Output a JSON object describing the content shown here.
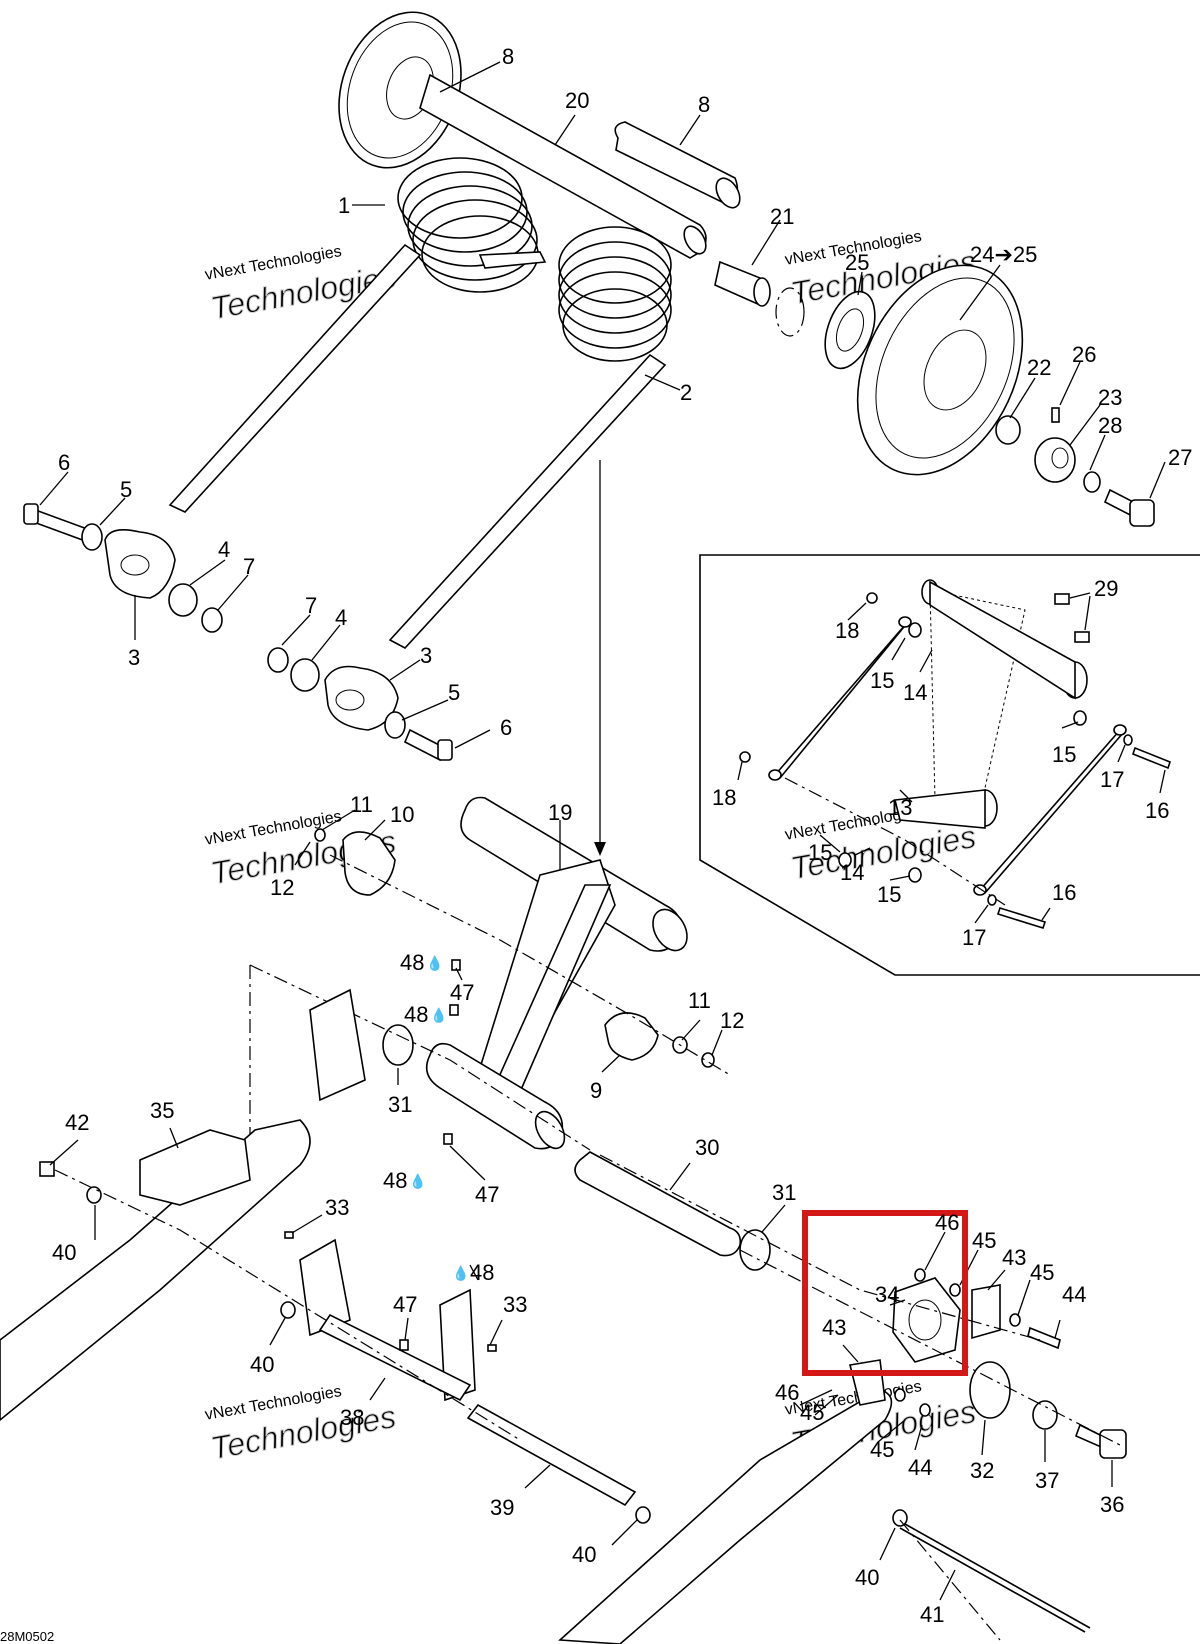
{
  "diagram_code": "28M0502",
  "watermark": {
    "line1": "vNext Technologies",
    "line2": "Technologies"
  },
  "symbols": {
    "arrow_right": "➔",
    "drop": "💧"
  },
  "labels": [
    {
      "id": "l8a",
      "text": "8"
    },
    {
      "id": "l20",
      "text": "20"
    },
    {
      "id": "l8b",
      "text": "8"
    },
    {
      "id": "l1",
      "text": "1"
    },
    {
      "id": "l21",
      "text": "21"
    },
    {
      "id": "l25",
      "text": "25"
    },
    {
      "id": "l24",
      "text": "24➔25"
    },
    {
      "id": "l2",
      "text": "2"
    },
    {
      "id": "l22",
      "text": "22"
    },
    {
      "id": "l26",
      "text": "26"
    },
    {
      "id": "l23",
      "text": "23"
    },
    {
      "id": "l28",
      "text": "28"
    },
    {
      "id": "l27",
      "text": "27"
    },
    {
      "id": "l6a",
      "text": "6"
    },
    {
      "id": "l5a",
      "text": "5"
    },
    {
      "id": "l4a",
      "text": "4"
    },
    {
      "id": "l7a",
      "text": "7"
    },
    {
      "id": "l3a",
      "text": "3"
    },
    {
      "id": "l7b",
      "text": "7"
    },
    {
      "id": "l4b",
      "text": "4"
    },
    {
      "id": "l3b",
      "text": "3"
    },
    {
      "id": "l5b",
      "text": "5"
    },
    {
      "id": "l6b",
      "text": "6"
    },
    {
      "id": "l29",
      "text": "29"
    },
    {
      "id": "l18a",
      "text": "18"
    },
    {
      "id": "l15a",
      "text": "15"
    },
    {
      "id": "l14a",
      "text": "14"
    },
    {
      "id": "l15b",
      "text": "15"
    },
    {
      "id": "l17a",
      "text": "17"
    },
    {
      "id": "l16a",
      "text": "16"
    },
    {
      "id": "l18b",
      "text": "18"
    },
    {
      "id": "l13",
      "text": "13"
    },
    {
      "id": "l15c",
      "text": "15"
    },
    {
      "id": "l14b",
      "text": "14"
    },
    {
      "id": "l15d",
      "text": "15"
    },
    {
      "id": "l16b",
      "text": "16"
    },
    {
      "id": "l17b",
      "text": "17"
    },
    {
      "id": "l11a",
      "text": "11"
    },
    {
      "id": "l10",
      "text": "10"
    },
    {
      "id": "l12a",
      "text": "12"
    },
    {
      "id": "l19",
      "text": "19"
    },
    {
      "id": "l48a",
      "text": "48"
    },
    {
      "id": "l47a",
      "text": "47"
    },
    {
      "id": "l48b",
      "text": "48"
    },
    {
      "id": "l11b",
      "text": "11"
    },
    {
      "id": "l12b",
      "text": "12"
    },
    {
      "id": "l9",
      "text": "9"
    },
    {
      "id": "l31a",
      "text": "31"
    },
    {
      "id": "l42",
      "text": "42"
    },
    {
      "id": "l35",
      "text": "35"
    },
    {
      "id": "l48c",
      "text": "48"
    },
    {
      "id": "l47b",
      "text": "47"
    },
    {
      "id": "l30",
      "text": "30"
    },
    {
      "id": "l40a",
      "text": "40"
    },
    {
      "id": "l33a",
      "text": "33"
    },
    {
      "id": "l31b",
      "text": "31"
    },
    {
      "id": "l46a",
      "text": "46"
    },
    {
      "id": "l45a",
      "text": "45"
    },
    {
      "id": "l43a",
      "text": "43"
    },
    {
      "id": "l45b",
      "text": "45"
    },
    {
      "id": "l44a",
      "text": "44"
    },
    {
      "id": "l34",
      "text": "34"
    },
    {
      "id": "l43b",
      "text": "43"
    },
    {
      "id": "l48d",
      "text": "48"
    },
    {
      "id": "l47c",
      "text": "47"
    },
    {
      "id": "l33b",
      "text": "33"
    },
    {
      "id": "l40b",
      "text": "40"
    },
    {
      "id": "l38",
      "text": "38"
    },
    {
      "id": "l46b",
      "text": "46"
    },
    {
      "id": "l45c",
      "text": "45"
    },
    {
      "id": "l45d",
      "text": "45"
    },
    {
      "id": "l44b",
      "text": "44"
    },
    {
      "id": "l32",
      "text": "32"
    },
    {
      "id": "l37",
      "text": "37"
    },
    {
      "id": "l36",
      "text": "36"
    },
    {
      "id": "l39",
      "text": "39"
    },
    {
      "id": "l40c",
      "text": "40"
    },
    {
      "id": "l40d",
      "text": "40"
    },
    {
      "id": "l41",
      "text": "41"
    }
  ]
}
